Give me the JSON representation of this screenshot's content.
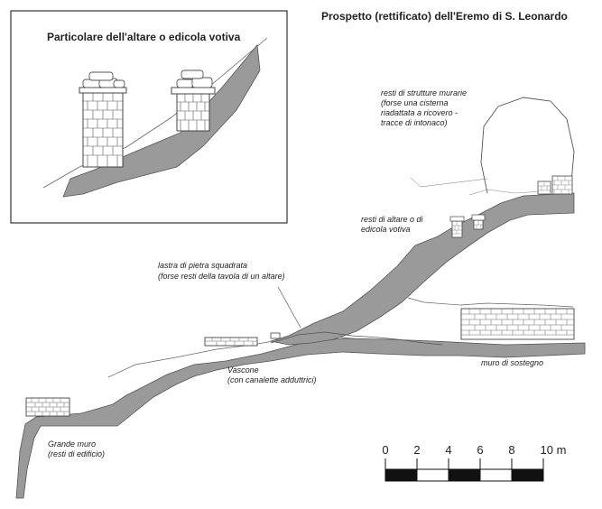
{
  "main_title": "Prospetto (rettificato) dell'Eremo di S. Leonardo",
  "inset_title": "Particolare dell'altare o edicola votiva",
  "labels": {
    "resti_strutture": [
      "resti di strutture murarie",
      "(forse una cisterna",
      "riadattata a ricovero -",
      "tracce di intonaco)"
    ],
    "altare": [
      "resti di altare o di",
      "edicola votiva"
    ],
    "lastra": [
      "lastra di pietra squadrata",
      "(forse resti della tavola di un altare)"
    ],
    "vascone": [
      "Vascone",
      "(con canalette adduttrici)"
    ],
    "muro_sostegno": [
      "muro di sostegno"
    ],
    "grande_muro": [
      "Grande muro",
      "(resti di edificio)"
    ]
  },
  "scale_bar": {
    "ticks": [
      "0",
      "2",
      "4",
      "6",
      "8",
      "10 m"
    ]
  },
  "colors": {
    "rock_fill": "#9a9a9a",
    "outline": "#444444",
    "masonry_fill": "#ffffff"
  }
}
